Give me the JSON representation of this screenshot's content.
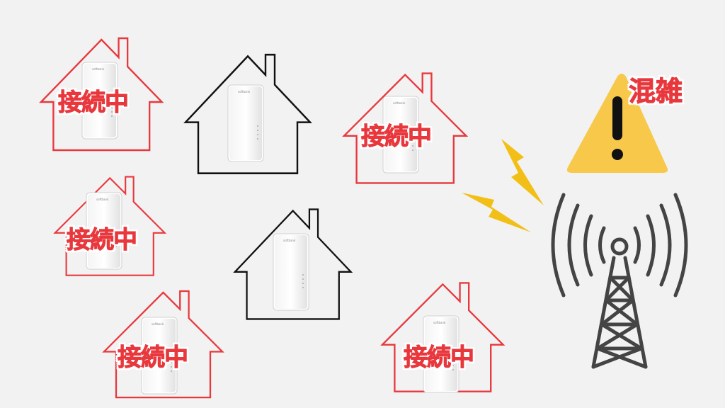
{
  "status_label": "接続中",
  "warning": {
    "label": "混雑"
  },
  "houses": [
    {
      "id": "house-1",
      "connected": true
    },
    {
      "id": "house-2",
      "connected": false
    },
    {
      "id": "house-3",
      "connected": true
    },
    {
      "id": "house-4",
      "connected": true
    },
    {
      "id": "house-5",
      "connected": false
    },
    {
      "id": "house-6",
      "connected": true
    },
    {
      "id": "house-7",
      "connected": true
    }
  ],
  "colors": {
    "connected_outline": "#e8383d",
    "idle_outline": "#111111",
    "warning_fill": "#f7c84a",
    "bolt_fill": "#f2bf16",
    "tower": "#444444"
  }
}
